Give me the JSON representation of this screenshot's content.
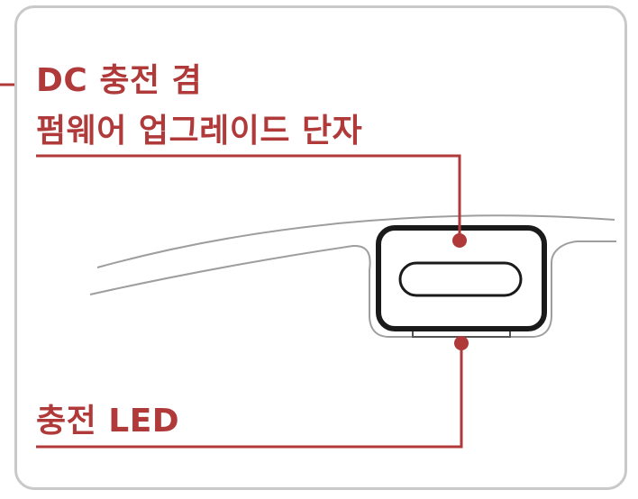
{
  "accent_color": "#b03a3a",
  "callouts": {
    "port": {
      "line1": "DC 충전 겸",
      "line2": "펌웨어 업그레이드 단자"
    },
    "led": {
      "label": "충전 LED"
    }
  }
}
